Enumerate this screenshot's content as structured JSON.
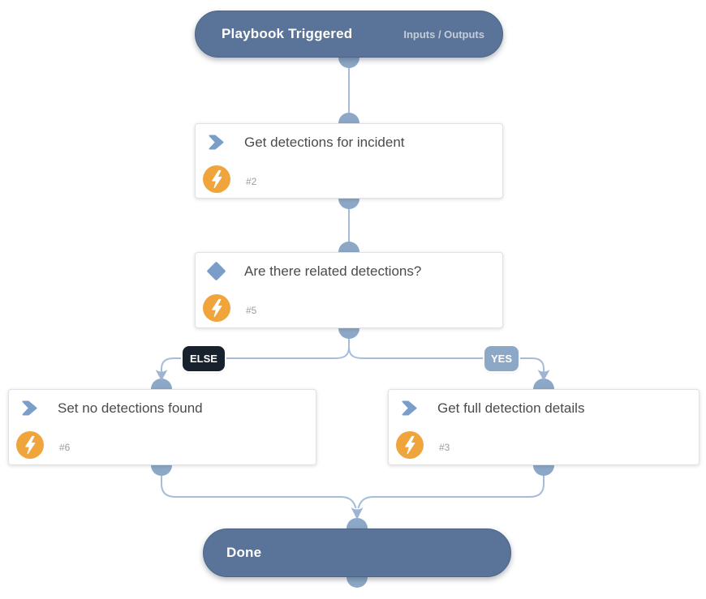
{
  "colors": {
    "pill_background": "#5a7499",
    "pill_border": "#4d6484",
    "port": "#8ca8c6",
    "wire": "#a6bcd8",
    "arrow": "#9db4d2",
    "accent_blue": "#7b9dc9",
    "bolt_circle": "#f0a43c",
    "else_badge": "#18222e",
    "yes_badge": "#8ca8c6",
    "title_text": "#4b4b4d",
    "id_text": "#9b9b9b"
  },
  "icons": {
    "action": "chevron-right-icon",
    "decision": "diamond-icon",
    "custom_code": "lightning-bolt-icon"
  },
  "nodes": {
    "start": {
      "title": "Playbook Triggered",
      "link": "Inputs / Outputs"
    },
    "get_detections": {
      "title": "Get detections for incident",
      "id": "#2"
    },
    "decision": {
      "title": "Are there related detections?",
      "id": "#5"
    },
    "set_no_detections": {
      "title": "Set no detections found",
      "id": "#6"
    },
    "get_full_details": {
      "title": "Get full detection details",
      "id": "#3"
    },
    "done": {
      "title": "Done"
    }
  },
  "edges": {
    "else_label": "ELSE",
    "yes_label": "YES"
  }
}
